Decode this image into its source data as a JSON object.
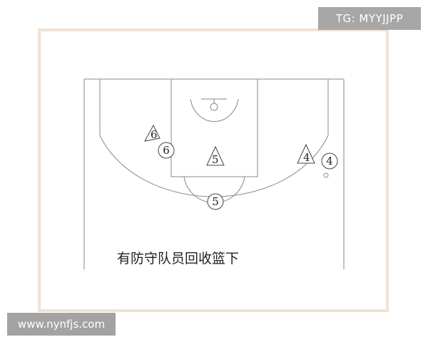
{
  "watermark_tag": "TG: MYYJJPP",
  "watermark_url": "www.nynfjs.com",
  "caption": "有防守队员回收篮下",
  "offense_players": [
    {
      "label": "6"
    },
    {
      "label": "5"
    },
    {
      "label": "4"
    }
  ],
  "defense_players": [
    {
      "label": "6"
    },
    {
      "label": "5"
    },
    {
      "label": "4"
    }
  ],
  "colors": {
    "lines": "#888888",
    "frame": "#efe2d6",
    "watermark_bg": "#a7a7a7"
  }
}
